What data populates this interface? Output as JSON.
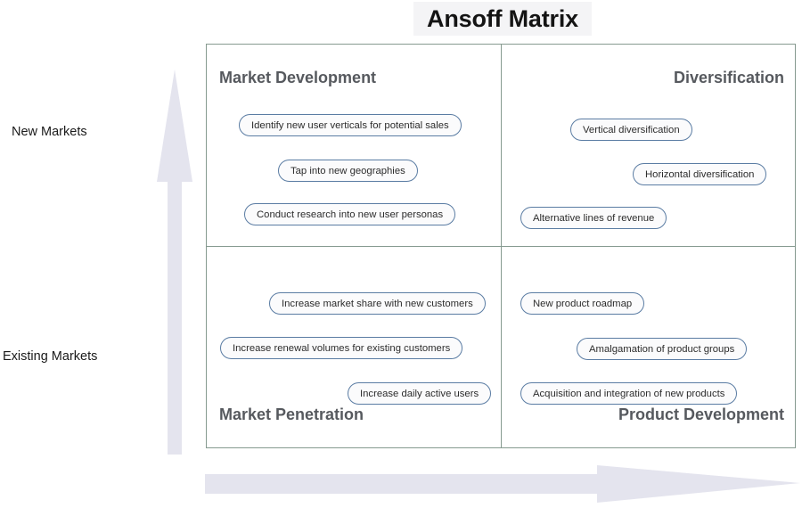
{
  "title": "Ansoff Matrix",
  "axes": {
    "vertical": {
      "top_label": "New Markets",
      "bottom_label": "Existing Markets",
      "arrow_icon": "arrow-up-icon"
    },
    "horizontal": {
      "arrow_icon": "arrow-right-icon"
    }
  },
  "colors": {
    "pill_border": "#5a7ca3",
    "pill_fill": "#fbfbfc",
    "grid_line": "#869a90",
    "arrow_fill": "#e4e4ee",
    "heading_text": "#56595e",
    "title_backdrop": "#f4f4f6"
  },
  "quadrants": {
    "market_development": {
      "heading": "Market Development",
      "items": [
        {
          "label": "Identify new user verticals for potential sales"
        },
        {
          "label": "Tap into new geographies"
        },
        {
          "label": "Conduct research into new user personas"
        }
      ]
    },
    "diversification": {
      "heading": "Diversification",
      "items": [
        {
          "label": "Vertical diversification"
        },
        {
          "label": "Horizontal diversification"
        },
        {
          "label": "Alternative lines of revenue"
        }
      ]
    },
    "market_penetration": {
      "heading": "Market Penetration",
      "items": [
        {
          "label": "Increase market share with new customers"
        },
        {
          "label": "Increase renewal volumes for existing customers"
        },
        {
          "label": "Increase daily active users"
        }
      ]
    },
    "product_development": {
      "heading": "Product Development",
      "items": [
        {
          "label": "New product roadmap"
        },
        {
          "label": "Amalgamation of product groups"
        },
        {
          "label": "Acquisition and integration of new products"
        }
      ]
    }
  }
}
